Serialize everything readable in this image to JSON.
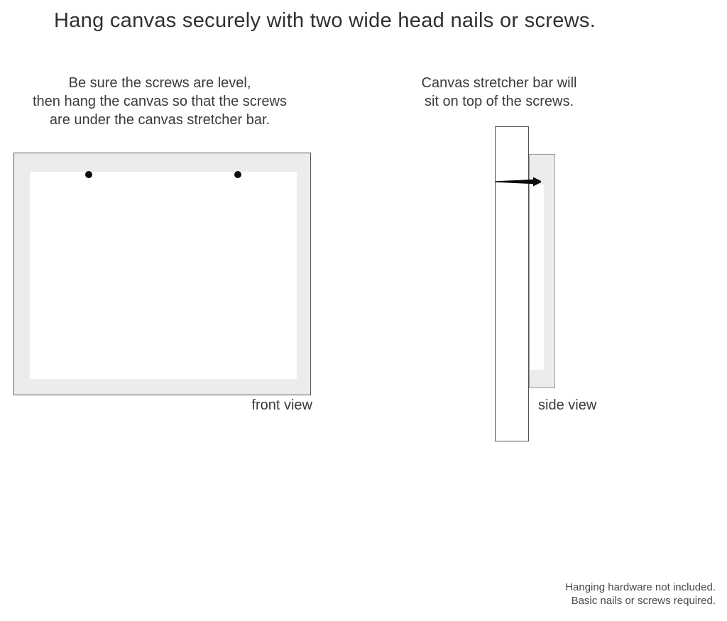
{
  "title": "Hang canvas securely with two wide head nails or screws.",
  "left_instruction": {
    "lines": [
      "Be sure the screws are level,",
      "then hang the canvas so that the screws",
      "are under the canvas stretcher bar."
    ]
  },
  "right_instruction": {
    "lines": [
      "Canvas stretcher bar will",
      "sit on top of the screws."
    ]
  },
  "front_view": {
    "label": "front view",
    "screw_count": 2
  },
  "side_view": {
    "label": "side view"
  },
  "footer": {
    "lines": [
      "Hanging hardware not included.",
      "Basic nails or screws required."
    ]
  },
  "colors": {
    "canvas_border_fill": "#ececec",
    "outline_dark": "#555555",
    "outline_light": "#999999",
    "nail_black": "#0c0c0c",
    "text": "#3a3a3a"
  }
}
